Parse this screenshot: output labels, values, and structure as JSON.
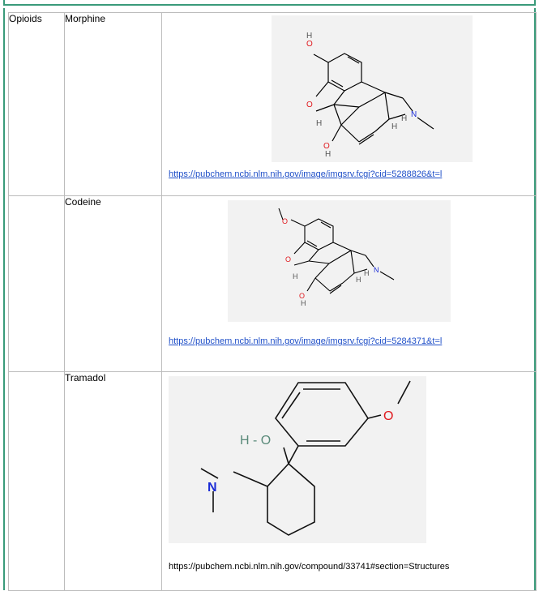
{
  "rows": [
    {
      "class": "Opioids",
      "name": "Morphine",
      "link": "https://pubchem.ncbi.nlm.nih.gov/image/imgsrv.fcgi?cid=5288826&t=l"
    },
    {
      "class": "",
      "name": "Codeine",
      "link": "https://pubchem.ncbi.nlm.nih.gov/image/imgsrv.fcgi?cid=5284371&t=l"
    },
    {
      "class": "",
      "name": "Tramadol",
      "link": "https://pubchem.ncbi.nlm.nih.gov/compound/33741#section=Structures"
    }
  ],
  "structures": {
    "morphine": {
      "o_top": "O",
      "h_top": "H",
      "o_ring": "O",
      "n": "N",
      "h_left": "H",
      "h_mid": "H",
      "h_right": "H",
      "o_bottom": "O",
      "h_bottom": "H"
    },
    "codeine": {
      "o_top": "O",
      "o_ring": "O",
      "n": "N",
      "h_left": "H",
      "h_mid": "H",
      "h_right": "H",
      "o_bottom": "O",
      "h_bottom": "H"
    },
    "tramadol": {
      "ho": "H - O",
      "o": "O",
      "n": "N"
    }
  },
  "colors": {
    "frame": "#3a9a7a",
    "link": "#1f4fc8",
    "oxygen": "#e0191e",
    "nitrogen": "#1a2bd6"
  }
}
